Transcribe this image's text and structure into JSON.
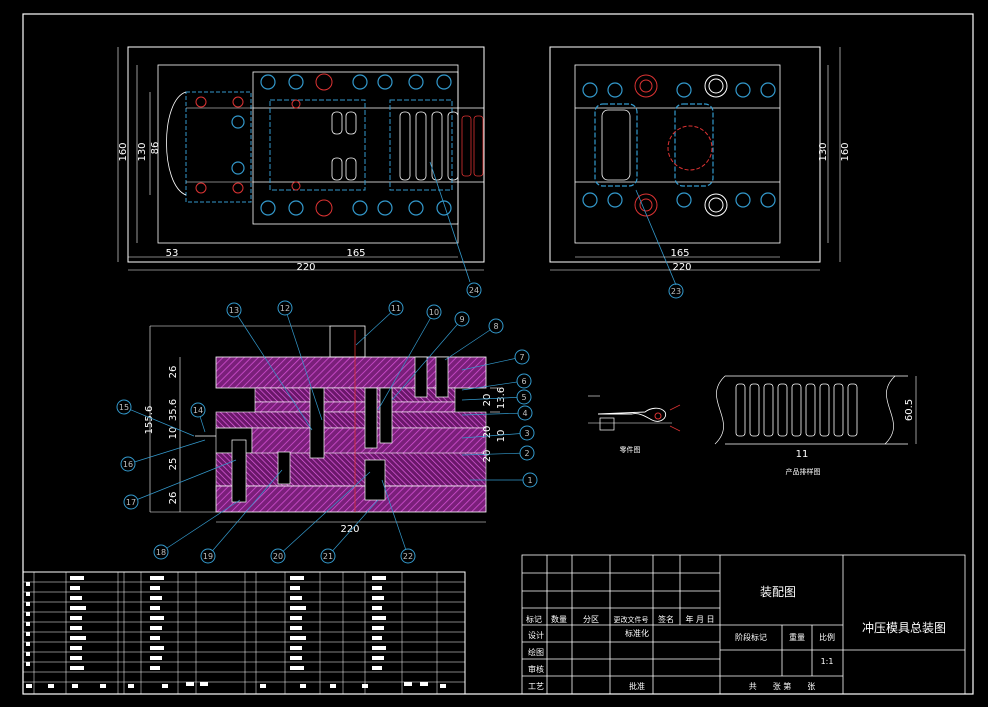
{
  "top_left_view": {
    "dims": {
      "h160": "160",
      "h130": "130",
      "h86": "86",
      "w53": "53",
      "w165": "165",
      "w220": "220"
    },
    "balloon": "24"
  },
  "top_right_view": {
    "dims": {
      "h130": "130",
      "h160": "160",
      "w165": "165",
      "w220": "220"
    },
    "balloon": "23"
  },
  "section_view": {
    "dims": {
      "v26_top": "26",
      "v155": "155.6",
      "v35": "35.6",
      "v10": "10",
      "v25": "25",
      "v26_bot": "26",
      "v20a": "20",
      "v13": "13.6",
      "v20b": "20",
      "v10b": "10",
      "v20c": "20",
      "w220": "220"
    },
    "balloons": [
      "1",
      "2",
      "3",
      "4",
      "5",
      "6",
      "7",
      "8",
      "9",
      "10",
      "11",
      "12",
      "13",
      "14",
      "15",
      "16",
      "17",
      "18",
      "19",
      "20",
      "21",
      "22"
    ]
  },
  "part_view": {
    "caption": "零件图"
  },
  "strip_view": {
    "caption": "产品排样图",
    "dim_h": "60.5",
    "dim_w": "11"
  },
  "title_block": {
    "drawing_type": "装配图",
    "drawing_name": "冲压模具总装图",
    "scale": "1:1",
    "header": [
      "标记",
      "数量",
      "分区",
      "更改文件号",
      "签名",
      "年 月 日"
    ],
    "roles": [
      "设计",
      "绘图",
      "审核",
      "工艺"
    ],
    "standardize": "标准化",
    "approve": "批准",
    "stage_mark": "阶段标记",
    "weight": "重量",
    "ratio_label": "比例",
    "sheets": "共　　张 第　　张"
  }
}
